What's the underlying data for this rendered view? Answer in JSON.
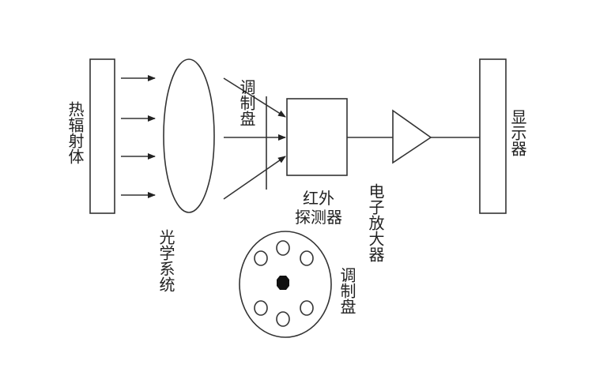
{
  "labels": {
    "source": "热辐射体",
    "optics": "光学系统",
    "chopper_top": "调制盘",
    "detector_line1": "红外",
    "detector_line2": "探测器",
    "amplifier": "电子放大器",
    "display": "显示器",
    "chopper_bottom": "调制盘"
  }
}
